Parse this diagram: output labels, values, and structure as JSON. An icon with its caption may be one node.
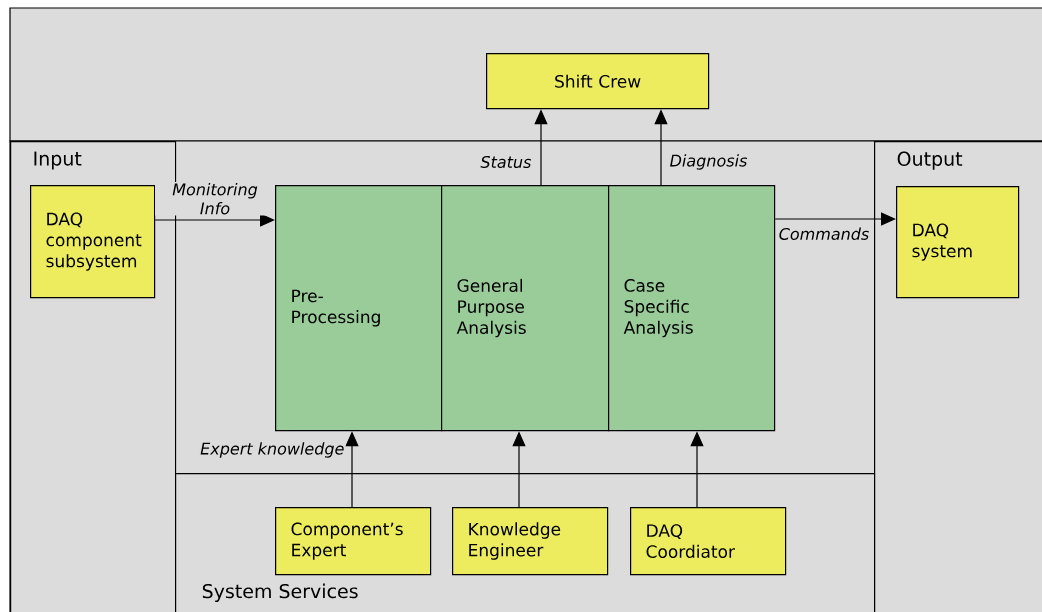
{
  "diagram": {
    "nodes": [
      {
        "text": [
          "Input"
        ]
      },
      {
        "text": [
          "DAQ component subsystem"
        ],
        "in": 0
      },
      {
        "text": [
          "Shift Crew"
        ]
      },
      {
        "text": [
          "Pre-Processing"
        ]
      },
      {
        "text": [
          "General Purpose Analysis"
        ]
      },
      {
        "text": [
          "Case Specific Analysis"
        ]
      },
      {
        "text": [
          "Output"
        ]
      },
      {
        "text": [
          "DAQ system"
        ],
        "in": 6
      },
      {
        "text": [
          "System Services"
        ]
      },
      {
        "text": [
          "Component’s Expert"
        ],
        "in": 8
      },
      {
        "text": [
          "Knowledge Engineer"
        ],
        "in": 8
      },
      {
        "text": [
          "DAQ Coordiator"
        ],
        "in": 8
      }
    ],
    "edges": [
      {
        "from": 1,
        "to": 3,
        "arrow": "to",
        "label": "Monitoring Info"
      },
      {
        "from": 4,
        "to": 2,
        "arrow": "to",
        "label": "Status"
      },
      {
        "from": 5,
        "to": 2,
        "arrow": "to",
        "label": "Diagnosis"
      },
      {
        "from": 5,
        "to": 7,
        "arrow": "to",
        "label": "Commands"
      },
      {
        "from": 9,
        "to": 3,
        "arrow": "to",
        "label": "Expert knowledge"
      },
      {
        "from": 10,
        "to": 4,
        "arrow": "to"
      },
      {
        "from": 11,
        "to": 5,
        "arrow": "to"
      }
    ]
  }
}
